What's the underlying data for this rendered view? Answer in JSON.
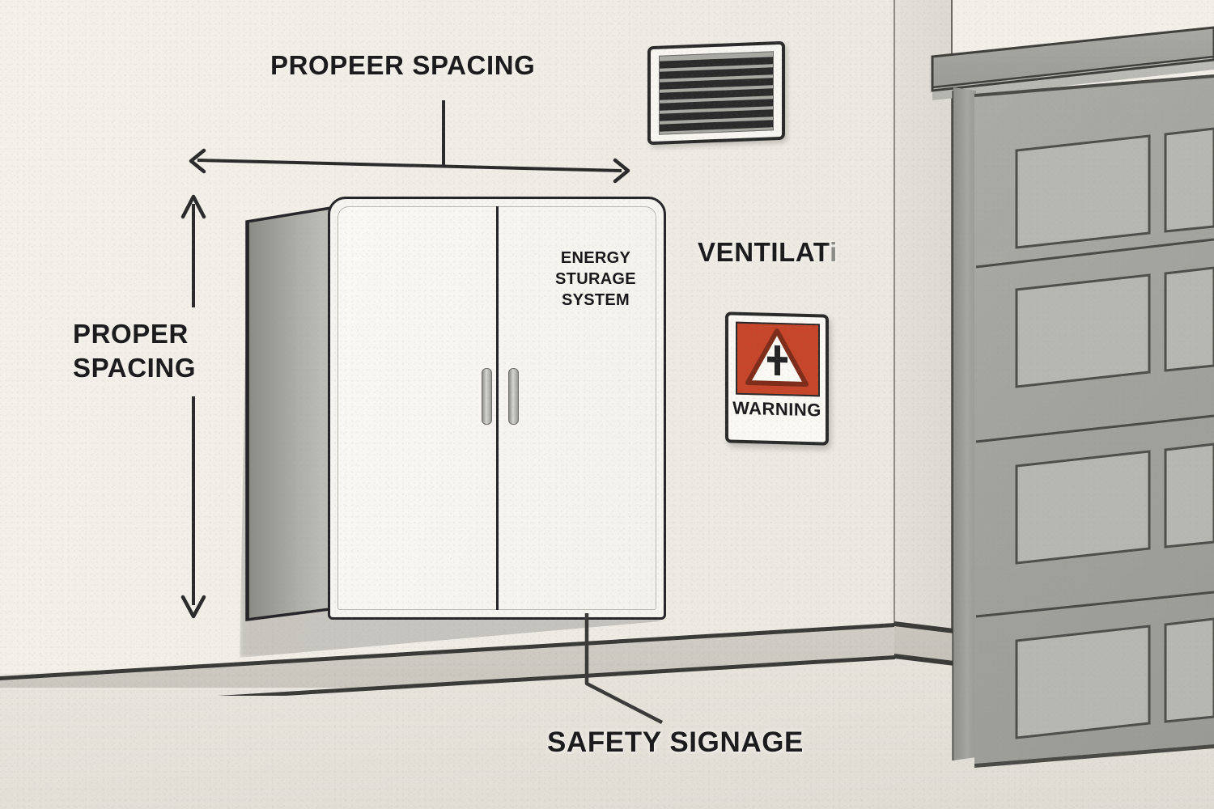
{
  "scene": {
    "type": "technical-illustration",
    "subject": "Energy storage system wall cabinet installed in a garage",
    "palette": {
      "wall": "#F2EFE9",
      "wall_shade": "#E3E0D9",
      "floor": "#E6E3DB",
      "cabinet_face": "#F6F4EF",
      "cabinet_side": "#A9A9A3",
      "outline": "#26262A",
      "door_gray": "#ACACA6",
      "warning_orange": "#C5462A",
      "label_text": "#1B1B1D",
      "truncated_text": "#8D8D88"
    }
  },
  "callouts": {
    "top": {
      "label": "PROPEER SPACING",
      "note": "horizontal double-headed dimension arrow above the cabinet"
    },
    "left": {
      "label": "PROPER\nSPACING",
      "note": "vertical double-headed dimension arrow at the left of the cabinet"
    },
    "ventilation": {
      "label": "VENTILAT",
      "truncated_suffix": "i",
      "note": "text is clipped in the source image"
    },
    "bottom": {
      "label": "SAFETY SIGNAGE",
      "note": "leader line from beneath the cabinet"
    }
  },
  "cabinet": {
    "label_lines": [
      "ENERGY",
      "STURAGE",
      "SYSTEM"
    ],
    "doors": 2,
    "handles": 2
  },
  "warning_sign": {
    "word": "WARNING",
    "symbol": "electrical-hazard-triangle",
    "panel_color": "#C5462A"
  },
  "vent": {
    "name": "wall ventilation grille",
    "louver_count": 8
  },
  "garage_door": {
    "name": "sectional garage door",
    "panel_rows": 4,
    "panel_columns": 2
  }
}
